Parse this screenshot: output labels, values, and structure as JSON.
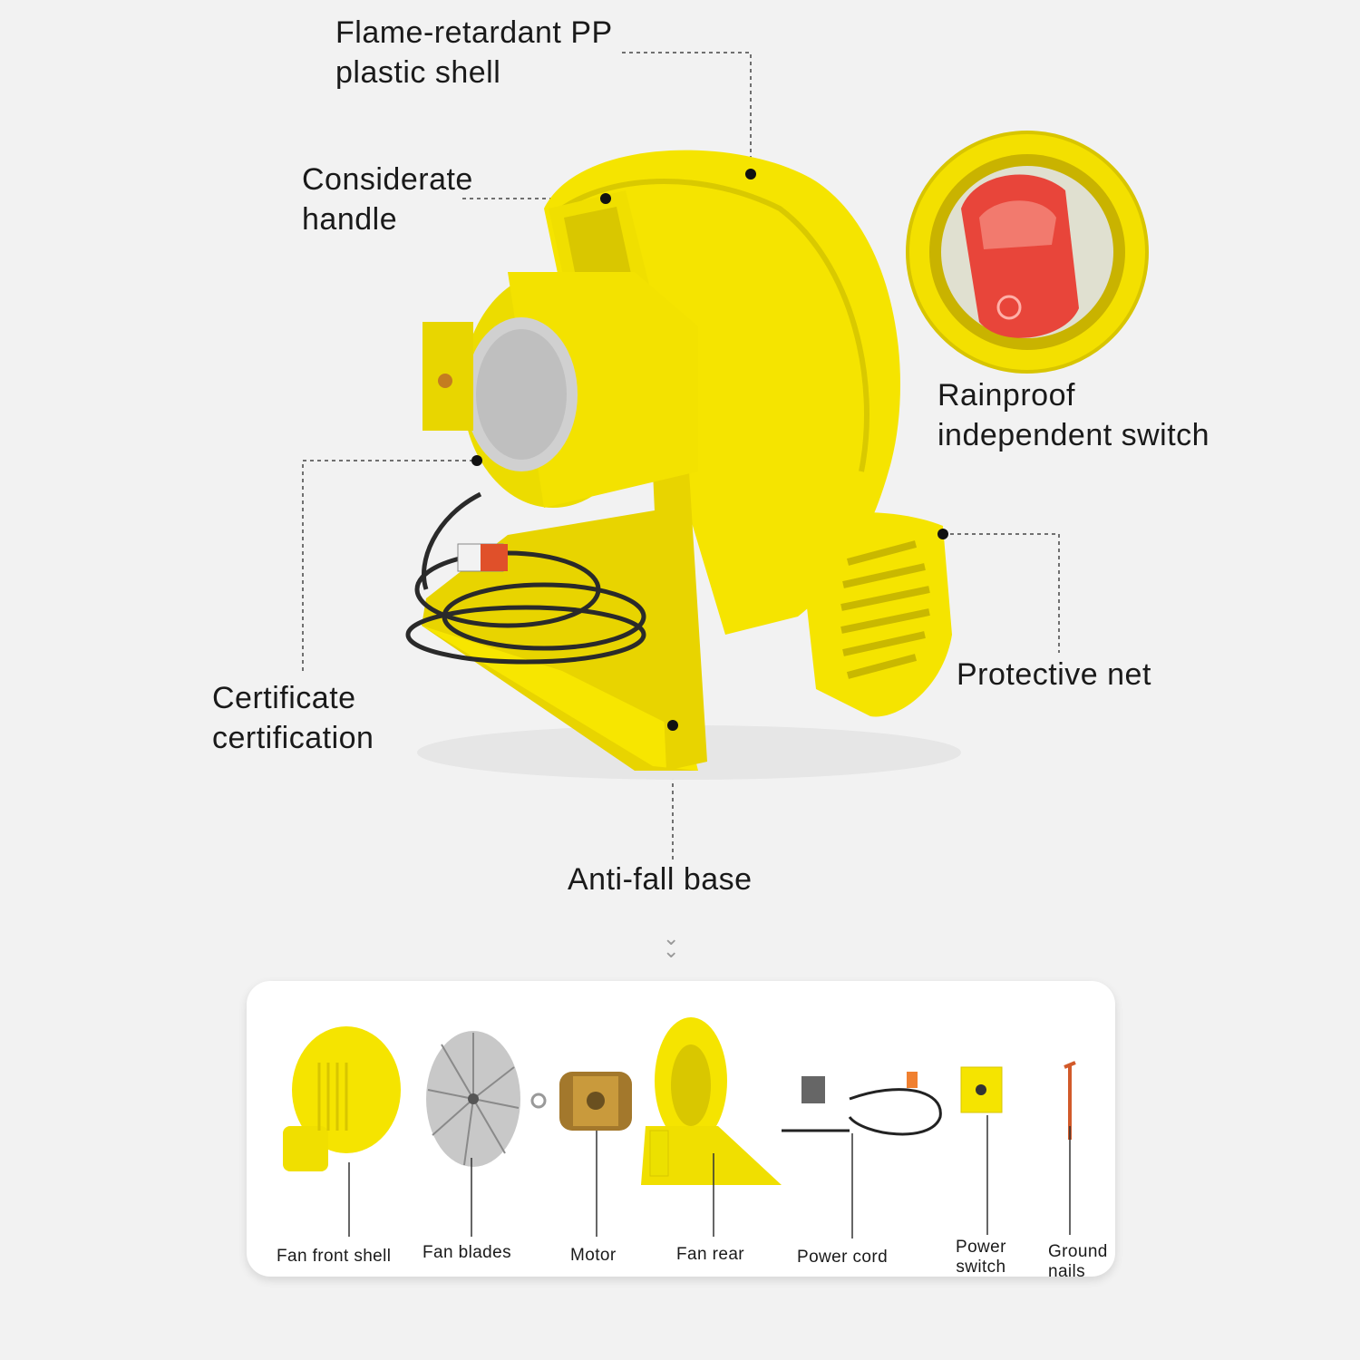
{
  "callouts": {
    "shell": "Flame-retardant PP\nplastic shell",
    "shell_l1": "Flame-retardant PP",
    "shell_l2": "plastic shell",
    "handle_l1": "Considerate",
    "handle_l2": "handle",
    "switch_l1": "Rainproof",
    "switch_l2": "independent switch",
    "cert_l1": "Certificate",
    "cert_l2": "certification",
    "net": "Protective net",
    "base": "Anti-fall base"
  },
  "parts": {
    "front_shell": "Fan front shell",
    "blades": "Fan blades",
    "motor": "Motor",
    "rear": "Fan rear",
    "cord": "Power cord",
    "switch_l1": "Power",
    "switch_l2": "switch",
    "nails_l1": "Ground",
    "nails_l2": "nails"
  },
  "colors": {
    "product_yellow": "#f5e400",
    "switch_red": "#e8453a",
    "background": "#f2f2f2"
  },
  "icons": {
    "divider": "double-chevron-down-icon"
  }
}
